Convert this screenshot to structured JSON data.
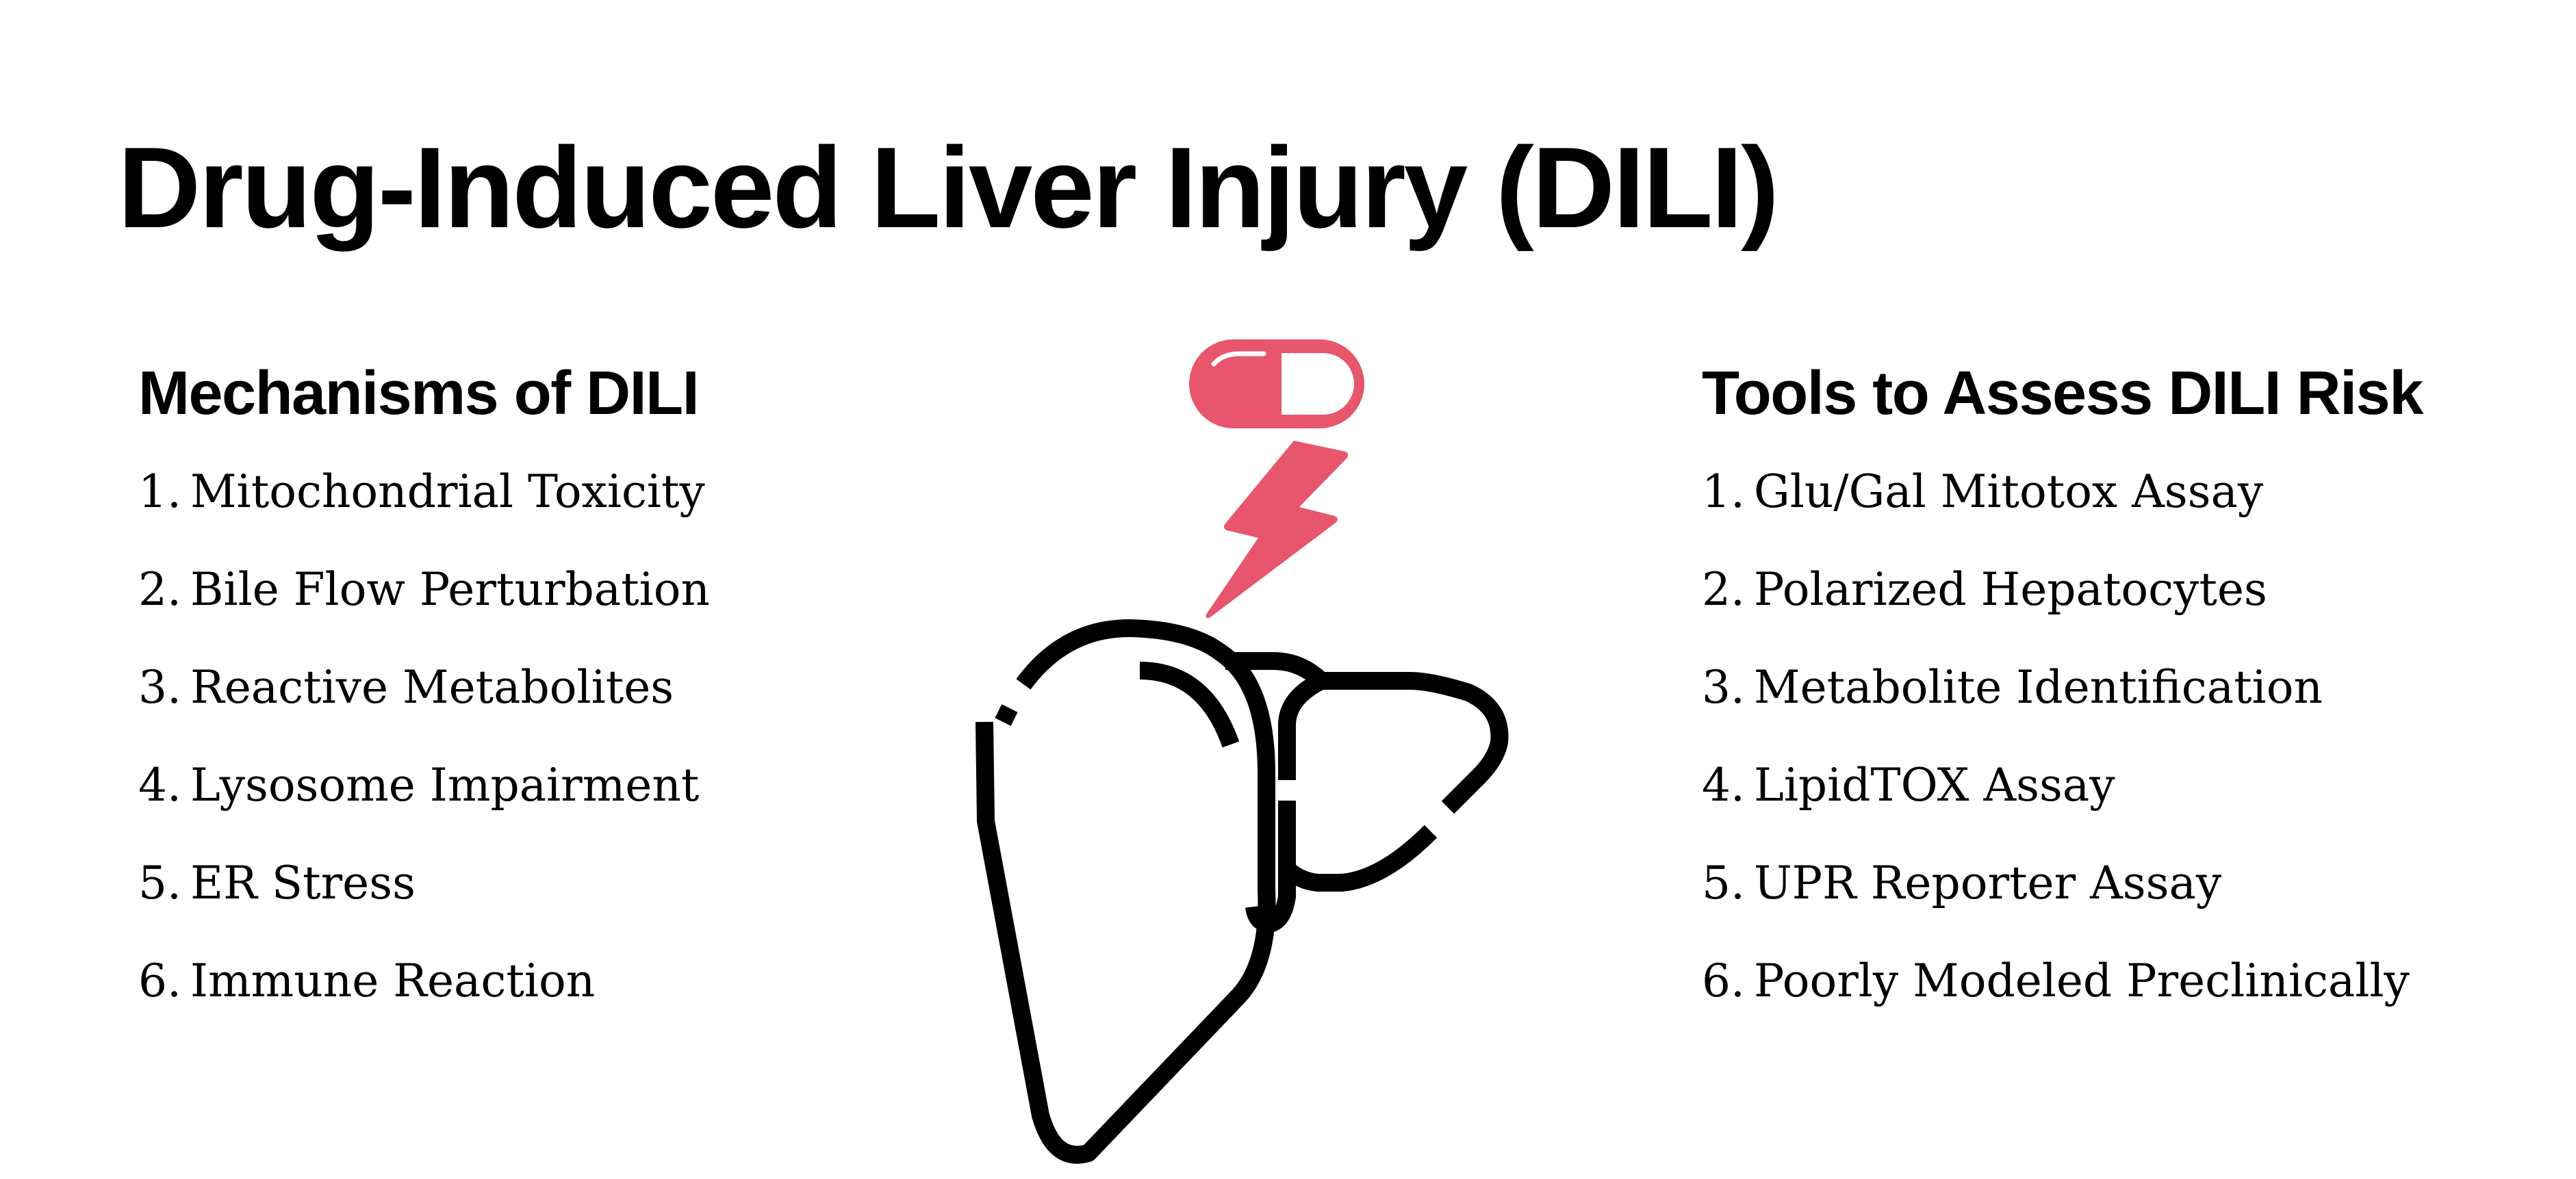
{
  "title": "Drug-Induced Liver Injury (DILI)",
  "left": {
    "heading": "Mechanisms of DILI",
    "items": [
      {
        "num": "1.",
        "label": "Mitochondrial Toxicity"
      },
      {
        "num": "2.",
        "label": "Bile Flow Perturbation"
      },
      {
        "num": "3.",
        "label": "Reactive Metabolites"
      },
      {
        "num": "4.",
        "label": "Lysosome Impairment"
      },
      {
        "num": "5.",
        "label": "ER Stress"
      },
      {
        "num": "6.",
        "label": "Immune Reaction"
      }
    ]
  },
  "right": {
    "heading": "Tools to Assess DILI Risk",
    "items": [
      {
        "num": "1.",
        "label": "Glu/Gal Mitotox Assay"
      },
      {
        "num": "2.",
        "label": "Polarized Hepatocytes"
      },
      {
        "num": "3.",
        "label": "Metabolite Identification"
      },
      {
        "num": "4.",
        "label": "LipidTOX Assay"
      },
      {
        "num": "5.",
        "label": "UPR Reporter Assay"
      },
      {
        "num": "6.",
        "label": "Poorly Modeled Preclinically"
      }
    ]
  },
  "illustration": {
    "icons": [
      "pill-icon",
      "lightning-bolt-icon",
      "liver-icon"
    ],
    "accent_color": "#E8566E",
    "outline_color": "#000000"
  }
}
